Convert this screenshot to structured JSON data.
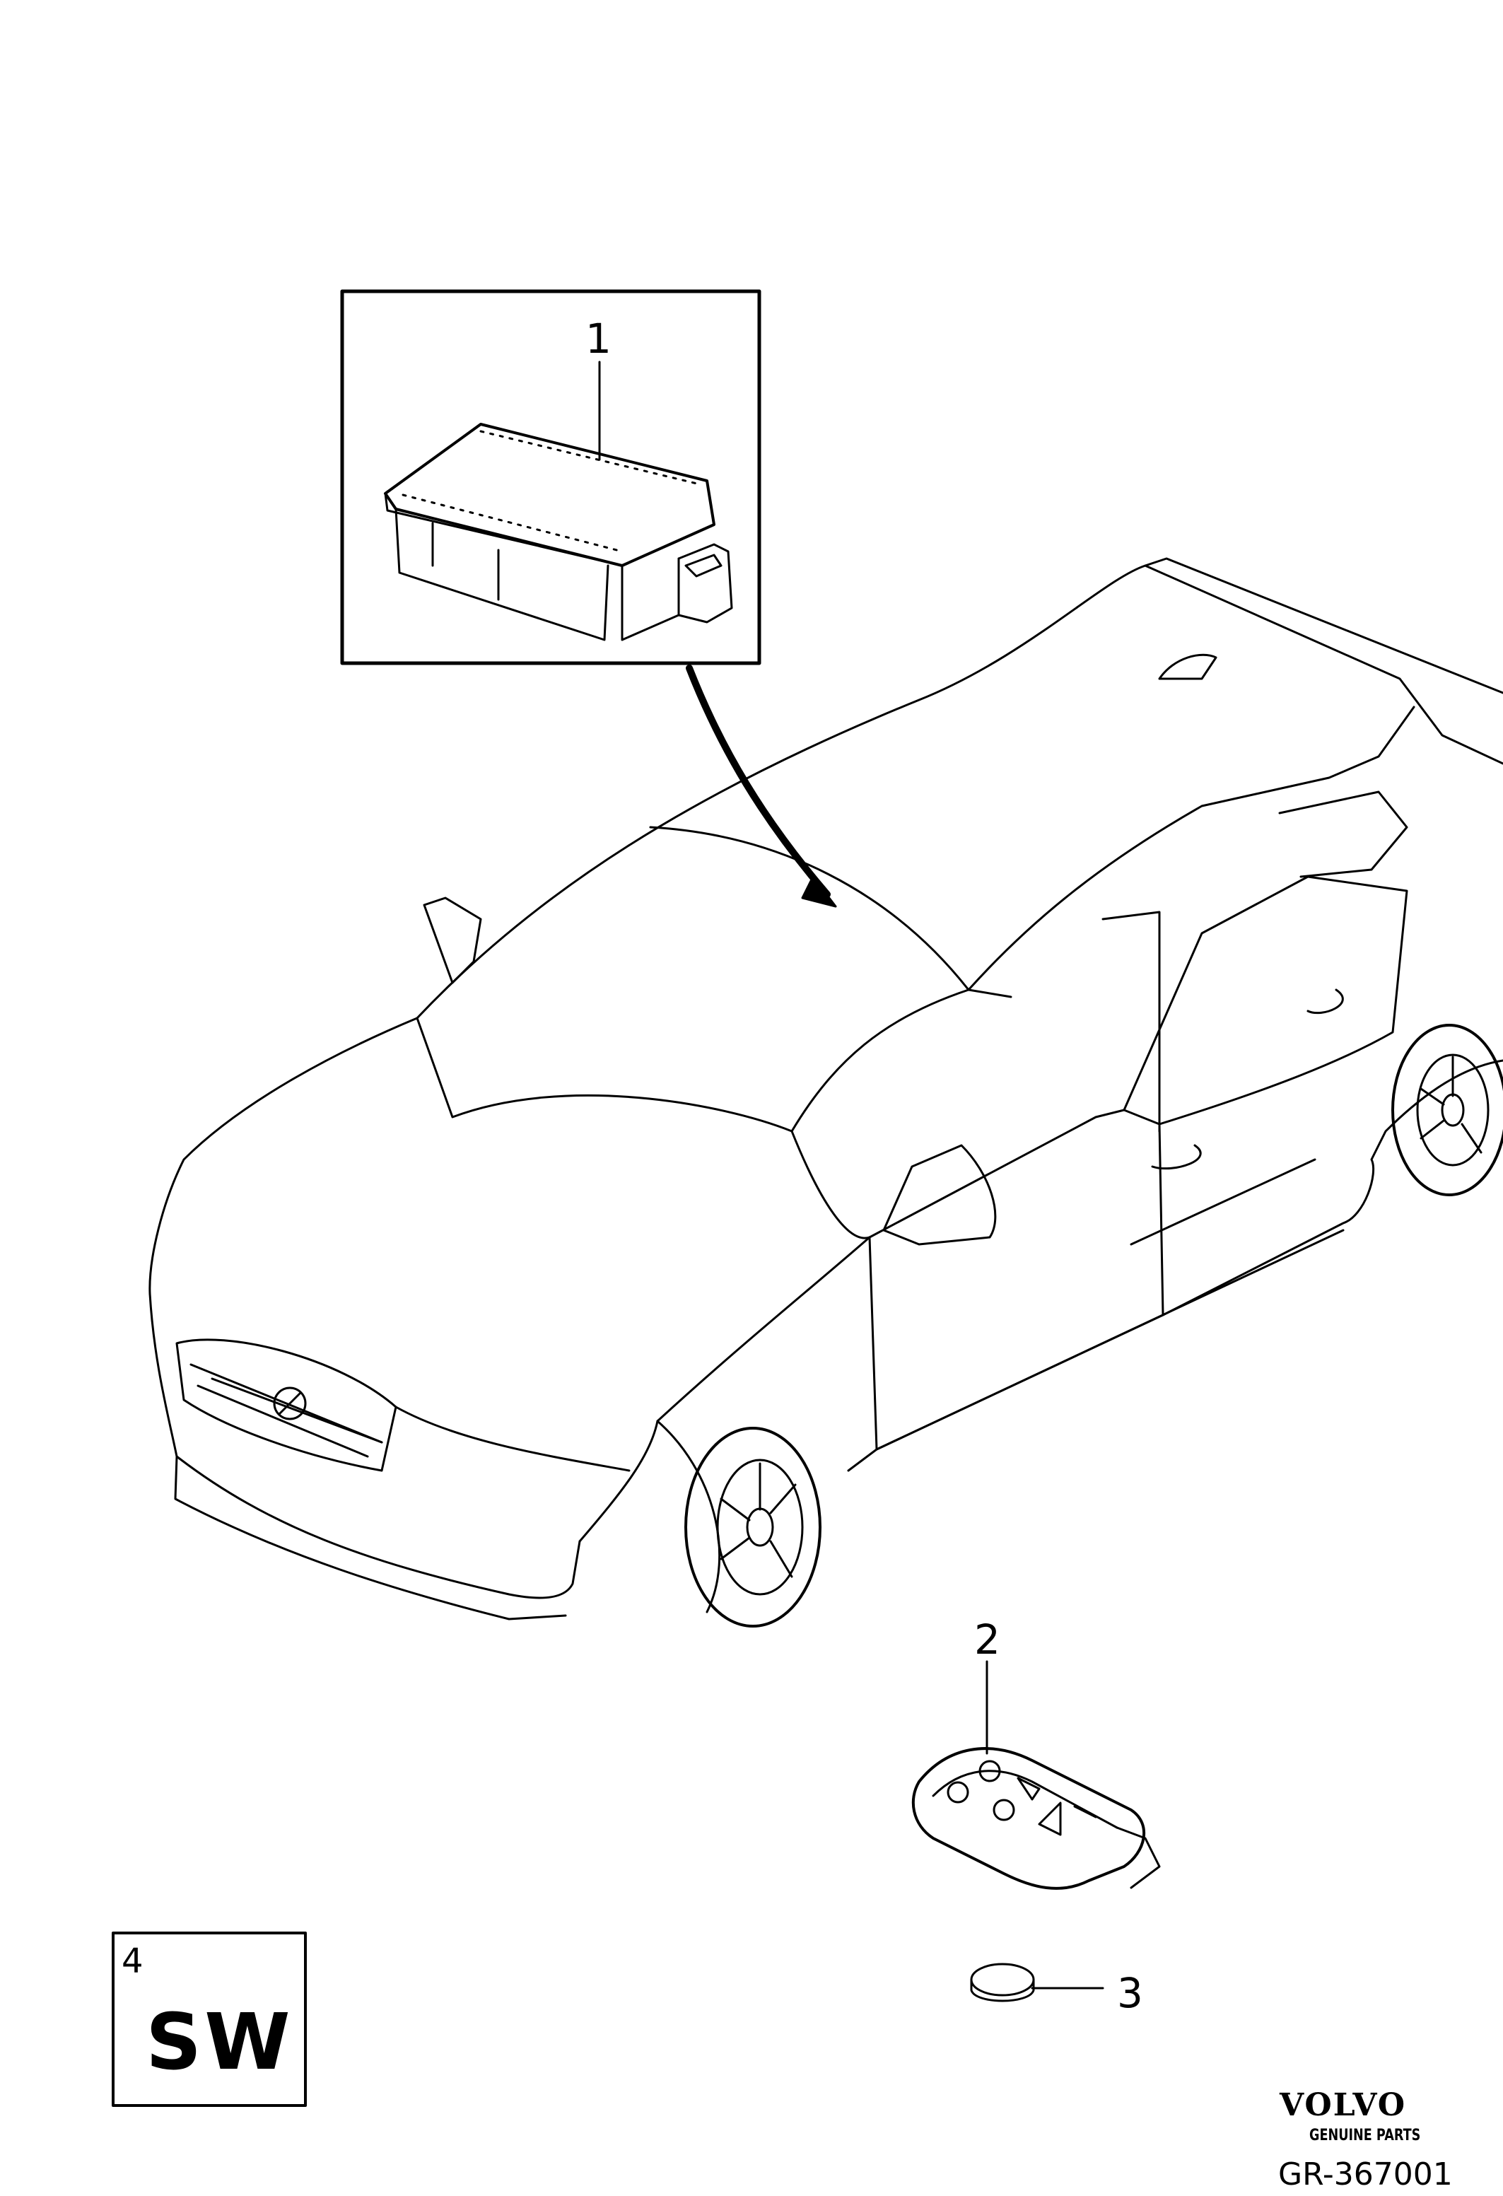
{
  "callouts": {
    "item_1": "1",
    "item_2": "2",
    "item_3": "3"
  },
  "sw_box": {
    "number": "4",
    "label": "SW"
  },
  "brand": {
    "name": "VOLVO",
    "subtitle": "GENUINE PARTS"
  },
  "drawing_number": "GR-367001",
  "icons": [
    "control-module-icon",
    "car-icon",
    "remote-key-icon",
    "coin-battery-icon"
  ],
  "colors": {
    "line": "#000000",
    "background": "#ffffff"
  }
}
